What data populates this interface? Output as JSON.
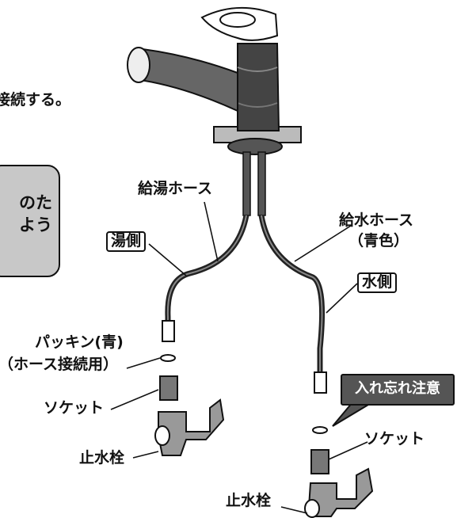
{
  "top_text": "接続する。",
  "notice": {
    "line1": "のた",
    "line2": "よう"
  },
  "labels": {
    "hot_hose": "給湯ホース",
    "hot_side": "湯側",
    "cold_hose": "給水ホース",
    "cold_hose_color": "（青色）",
    "cold_side": "水側",
    "packing_line1": "パッキン(青)",
    "packing_line2": "（ホース接続用）",
    "socket_left": "ソケット",
    "stopcock_left": "止水栓",
    "warning": "入れ忘れ注意",
    "socket_right": "ソケット",
    "stopcock_right": "止水栓"
  }
}
